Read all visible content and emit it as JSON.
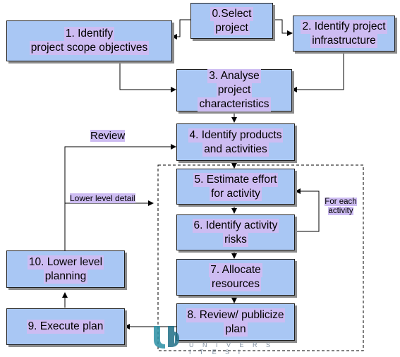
{
  "boxes": {
    "select": [
      "0.Select",
      "project"
    ],
    "identify_scope": [
      "1. Identify",
      "project scope objectives"
    ],
    "identify_infra": [
      "2. Identify project",
      "infrastructure"
    ],
    "analyse": [
      "3. Analyse",
      "project",
      "characteristics"
    ],
    "identify_products": [
      "4. Identify products",
      "and activities"
    ],
    "estimate": [
      "5. Estimate effort",
      "for activity"
    ],
    "risks": [
      "6. Identify activity",
      "risks"
    ],
    "allocate": [
      "7. Allocate",
      "resources"
    ],
    "review_publicize": [
      "8. Review/ publicize",
      "plan"
    ],
    "execute": [
      "9. Execute plan"
    ],
    "lower_planning": [
      "10. Lower level",
      "planning"
    ]
  },
  "labels": {
    "review": "Review",
    "lower_level_detail": "Lower level detail",
    "for_each_activity": [
      "For each",
      "activity"
    ]
  },
  "watermark": {
    "text": "U N I V E R S I T E S I",
    "color": "#2a8fa5"
  }
}
